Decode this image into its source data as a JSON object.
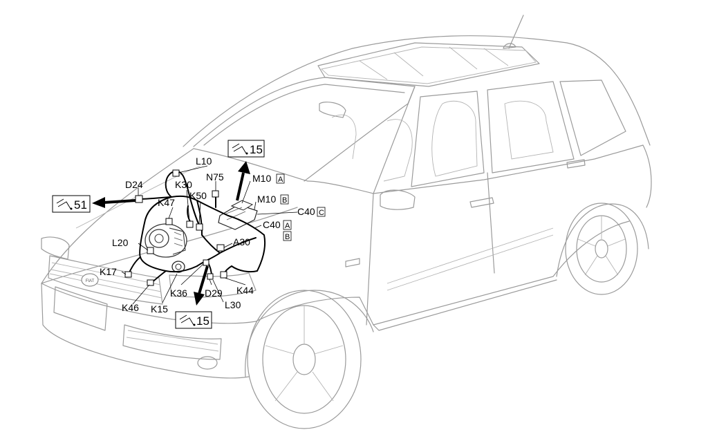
{
  "callouts": {
    "ref_top": "15",
    "ref_left": "51",
    "ref_bottom": "15"
  },
  "labels": {
    "L10": "L10",
    "N75": "N75",
    "M10": "M10",
    "M10_A": "A",
    "M10B": "M10",
    "M10B_B": "B",
    "C40C": "C40",
    "C40C_C": "C",
    "C40": "C40",
    "C40_A": "A",
    "C40_B": "B",
    "D24": "D24",
    "K30": "K30",
    "K50": "K50",
    "K47": "K47",
    "L20": "L20",
    "A30": "A30",
    "K17": "K17",
    "K36": "K36",
    "D29": "D29",
    "K44": "K44",
    "L30": "L30",
    "K46": "K46",
    "K15": "K15",
    "badge": "FIAT"
  }
}
